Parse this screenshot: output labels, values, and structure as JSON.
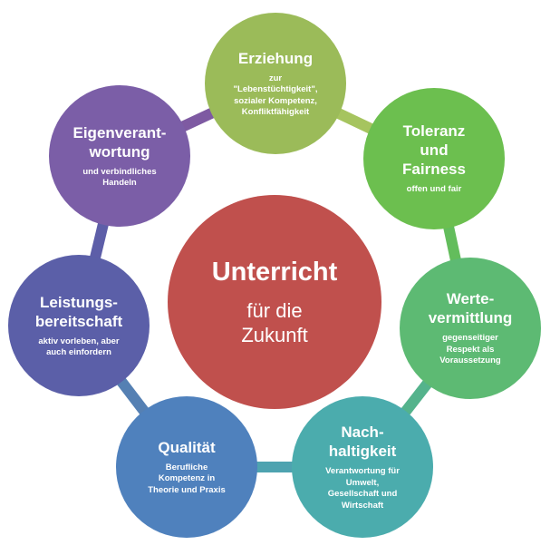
{
  "center": {
    "title": "Unterricht",
    "subtitle": "für die\nZukunft",
    "color": "#c0504d"
  },
  "nodes": [
    {
      "id": "erziehung",
      "title": "Erziehung",
      "desc": "zur\n\"Lebenstüchtigkeit\",\nsozialer Kompetenz,\nKonfliktfähigkeit",
      "color": "#9bbb59"
    },
    {
      "id": "toleranz",
      "title": "Toleranz\nund\nFairness",
      "desc": "offen und fair",
      "color": "#6cbf4f"
    },
    {
      "id": "wertevermittlung",
      "title": "Werte-\nvermittlung",
      "desc": "gegenseitiger\nRespekt als\nVoraussetzung",
      "color": "#5dba73"
    },
    {
      "id": "nachhaltigkeit",
      "title": "Nach-\nhaltigkeit",
      "desc": "Verantwortung für\nUmwelt,\nGesellschaft und\nWirtschaft",
      "color": "#4bacad"
    },
    {
      "id": "qualitaet",
      "title": "Qualität",
      "desc": "Berufliche\nKompetenz in\nTheorie und Praxis",
      "color": "#4f81bd"
    },
    {
      "id": "leistungsbereitschaft",
      "title": "Leistungs-\nbereitschaft",
      "desc": "aktiv vorleben, aber\nauch einfordern",
      "color": "#5b5fa8"
    },
    {
      "id": "eigenverantwortung",
      "title": "Eigenverant-\nwortung",
      "desc": "und verbindliches\nHandeln",
      "color": "#7b5ea7"
    }
  ],
  "connectors": [
    {
      "from": "erziehung",
      "to": "toleranz",
      "color": "#a6c45f"
    },
    {
      "from": "toleranz",
      "to": "wertevermittlung",
      "color": "#63bd5c"
    },
    {
      "from": "wertevermittlung",
      "to": "nachhaltigkeit",
      "color": "#54b38c"
    },
    {
      "from": "nachhaltigkeit",
      "to": "qualitaet",
      "color": "#4ea3b0"
    },
    {
      "from": "qualitaet",
      "to": "leistungsbereitschaft",
      "color": "#5580b3"
    },
    {
      "from": "leistungsbereitschaft",
      "to": "eigenverantwortung",
      "color": "#5d5ea8"
    },
    {
      "from": "eigenverantwortung",
      "to": "erziehung",
      "color": "#7e5aa2"
    }
  ]
}
